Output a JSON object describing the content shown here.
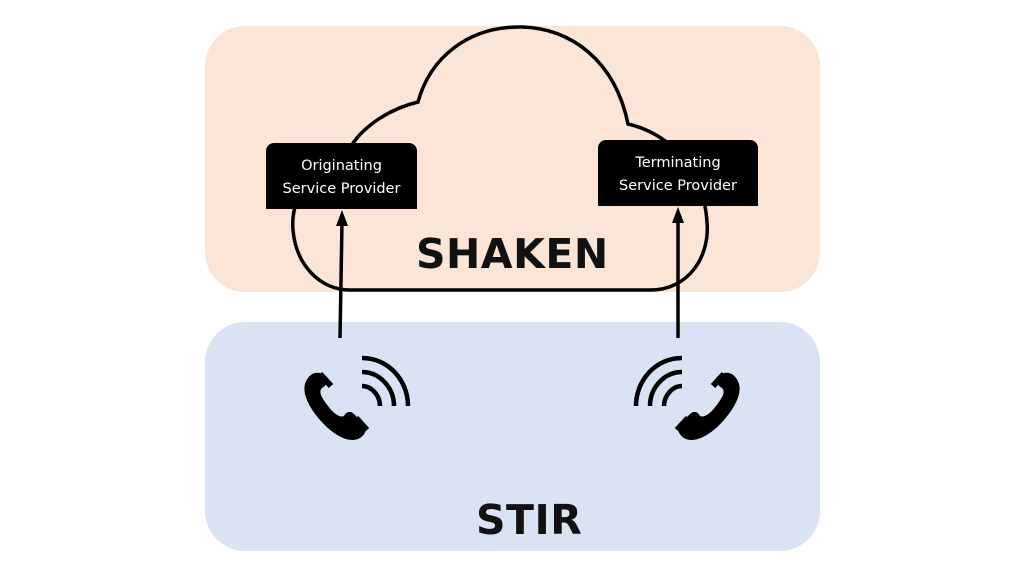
{
  "diagram": {
    "zones": {
      "shaken": {
        "label": "SHAKEN",
        "color": "#fbe5d6"
      },
      "stir": {
        "label": "STIR",
        "color": "#dae3f3"
      }
    },
    "nodes": {
      "originating": {
        "line1": "Originating",
        "line2": "Service Provider"
      },
      "terminating": {
        "line1": "Terminating",
        "line2": "Service Provider"
      }
    },
    "icons": {
      "caller": "phone-ringing-icon",
      "callee": "phone-ringing-icon",
      "network": "cloud-icon"
    },
    "edges": [
      {
        "from": "caller-phone",
        "to": "originating",
        "type": "arrow"
      },
      {
        "from": "callee-phone",
        "to": "terminating",
        "type": "arrow"
      }
    ]
  }
}
